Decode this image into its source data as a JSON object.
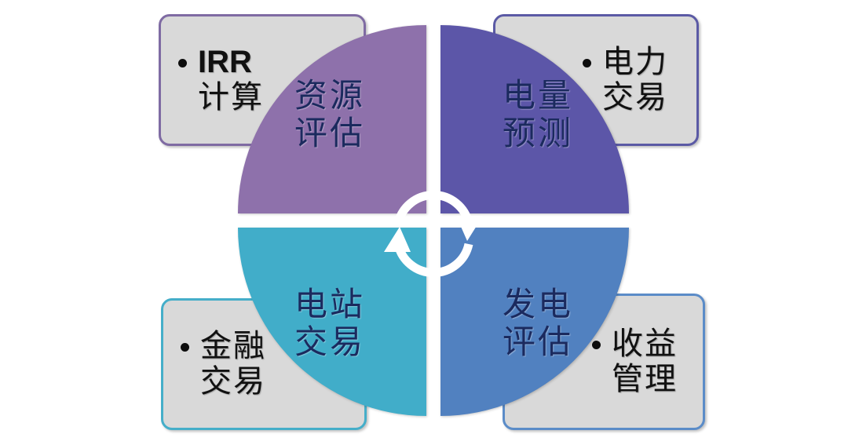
{
  "diagram": {
    "title_visible": false,
    "type": "four-quadrant cycle wheel with side callouts",
    "colors": {
      "quadrant_top_left": "#8e71ab",
      "quadrant_top_right": "#5c56a8",
      "quadrant_bottom_left": "#41adc9",
      "quadrant_bottom_right": "#5181c0",
      "callout_fill": "#d9d9d9",
      "callout_border_top_left": "#7f6ba3",
      "callout_border_top_right": "#5b5aa5",
      "callout_border_bottom_left": "#45aec9",
      "callout_border_bottom_right": "#5b8cc8",
      "quadrant_text": "#1b2a5e",
      "callout_text": "#111111",
      "divider": "#ffffff",
      "background": "#ffffff"
    },
    "quadrants": [
      {
        "id": "top-left",
        "line1": "资源",
        "line2": "评估"
      },
      {
        "id": "top-right",
        "line1": "电量",
        "line2": "预测"
      },
      {
        "id": "bottom-left",
        "line1": "电站",
        "line2": "交易"
      },
      {
        "id": "bottom-right",
        "line1": "发电",
        "line2": "评估"
      }
    ],
    "callouts": [
      {
        "id": "top-left",
        "line1": "IRR",
        "line2": "计算",
        "bullet": "•"
      },
      {
        "id": "top-right",
        "line1": "电力",
        "line2": "交易",
        "bullet": "•"
      },
      {
        "id": "bottom-left",
        "line1": "金融",
        "line2": "交易",
        "bullet": "•"
      },
      {
        "id": "bottom-right",
        "line1": "收益",
        "line2": "管理",
        "bullet": "•"
      }
    ],
    "center": {
      "icon": "cycle-arrows",
      "description": "two white curved arrows forming a circular flow"
    }
  }
}
